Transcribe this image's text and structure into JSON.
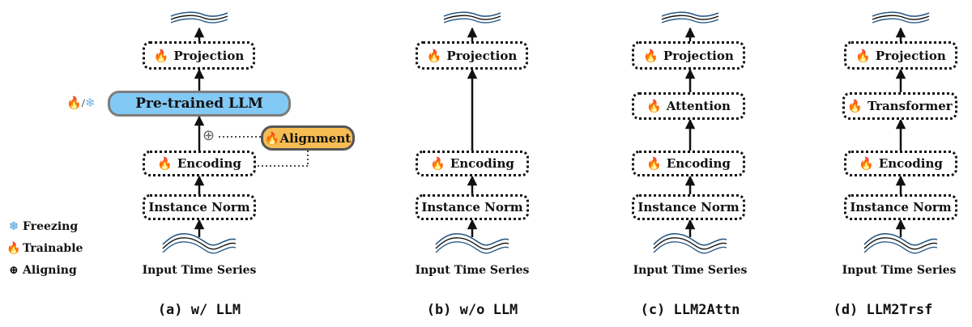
{
  "icons": {
    "fire": "🔥",
    "snow": "❄",
    "plus": "⊕"
  },
  "colors": {
    "llm_fill": "#82c9f5",
    "alignment_fill": "#f7bd52",
    "fire": "#e8541c",
    "snow": "#6fb5e8"
  },
  "legend": [
    {
      "icon": "snowflake-icon",
      "label": "Freezing"
    },
    {
      "icon": "fire-icon",
      "label": "Trainable"
    },
    {
      "icon": "plus-circle-icon",
      "label": "Aligning"
    }
  ],
  "panel_a": {
    "caption": "(a) w/ LLM",
    "projection": "Projection",
    "llm": "Pre-trained LLM",
    "alignment": "Alignment",
    "encoding": "Encoding",
    "norm": "Instance Norm",
    "input": "Input Time Series",
    "fire_snow_slash": "/"
  },
  "panel_b": {
    "caption": "(b) w/o LLM",
    "projection": "Projection",
    "encoding": "Encoding",
    "norm": "Instance Norm",
    "input": "Input Time Series"
  },
  "panel_c": {
    "caption": "(c) LLM2Attn",
    "projection": "Projection",
    "attention": "Attention",
    "encoding": "Encoding",
    "norm": "Instance Norm",
    "input": "Input Time Series"
  },
  "panel_d": {
    "caption": "(d) LLM2Trsf",
    "projection": "Projection",
    "transformer": "Transformer",
    "encoding": "Encoding",
    "norm": "Instance Norm",
    "input": "Input Time Series"
  }
}
